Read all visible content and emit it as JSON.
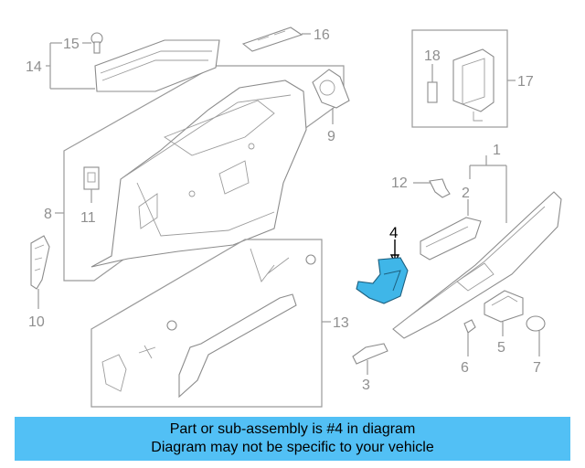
{
  "callouts": {
    "c1": "1",
    "c2": "2",
    "c3": "3",
    "c4": "4",
    "c5": "5",
    "c6": "6",
    "c7": "7",
    "c8": "8",
    "c9": "9",
    "c10": "10",
    "c11": "11",
    "c12": "12",
    "c13": "13",
    "c14": "14",
    "c15": "15",
    "c16": "16",
    "c17": "17",
    "c18": "18"
  },
  "highlight": {
    "part": "4",
    "color": "#3fb6e8"
  },
  "banner": {
    "line1": "Part or sub-assembly is #4 in diagram",
    "line2": "Diagram may not be specific to your vehicle",
    "color": "#52c0f5"
  }
}
